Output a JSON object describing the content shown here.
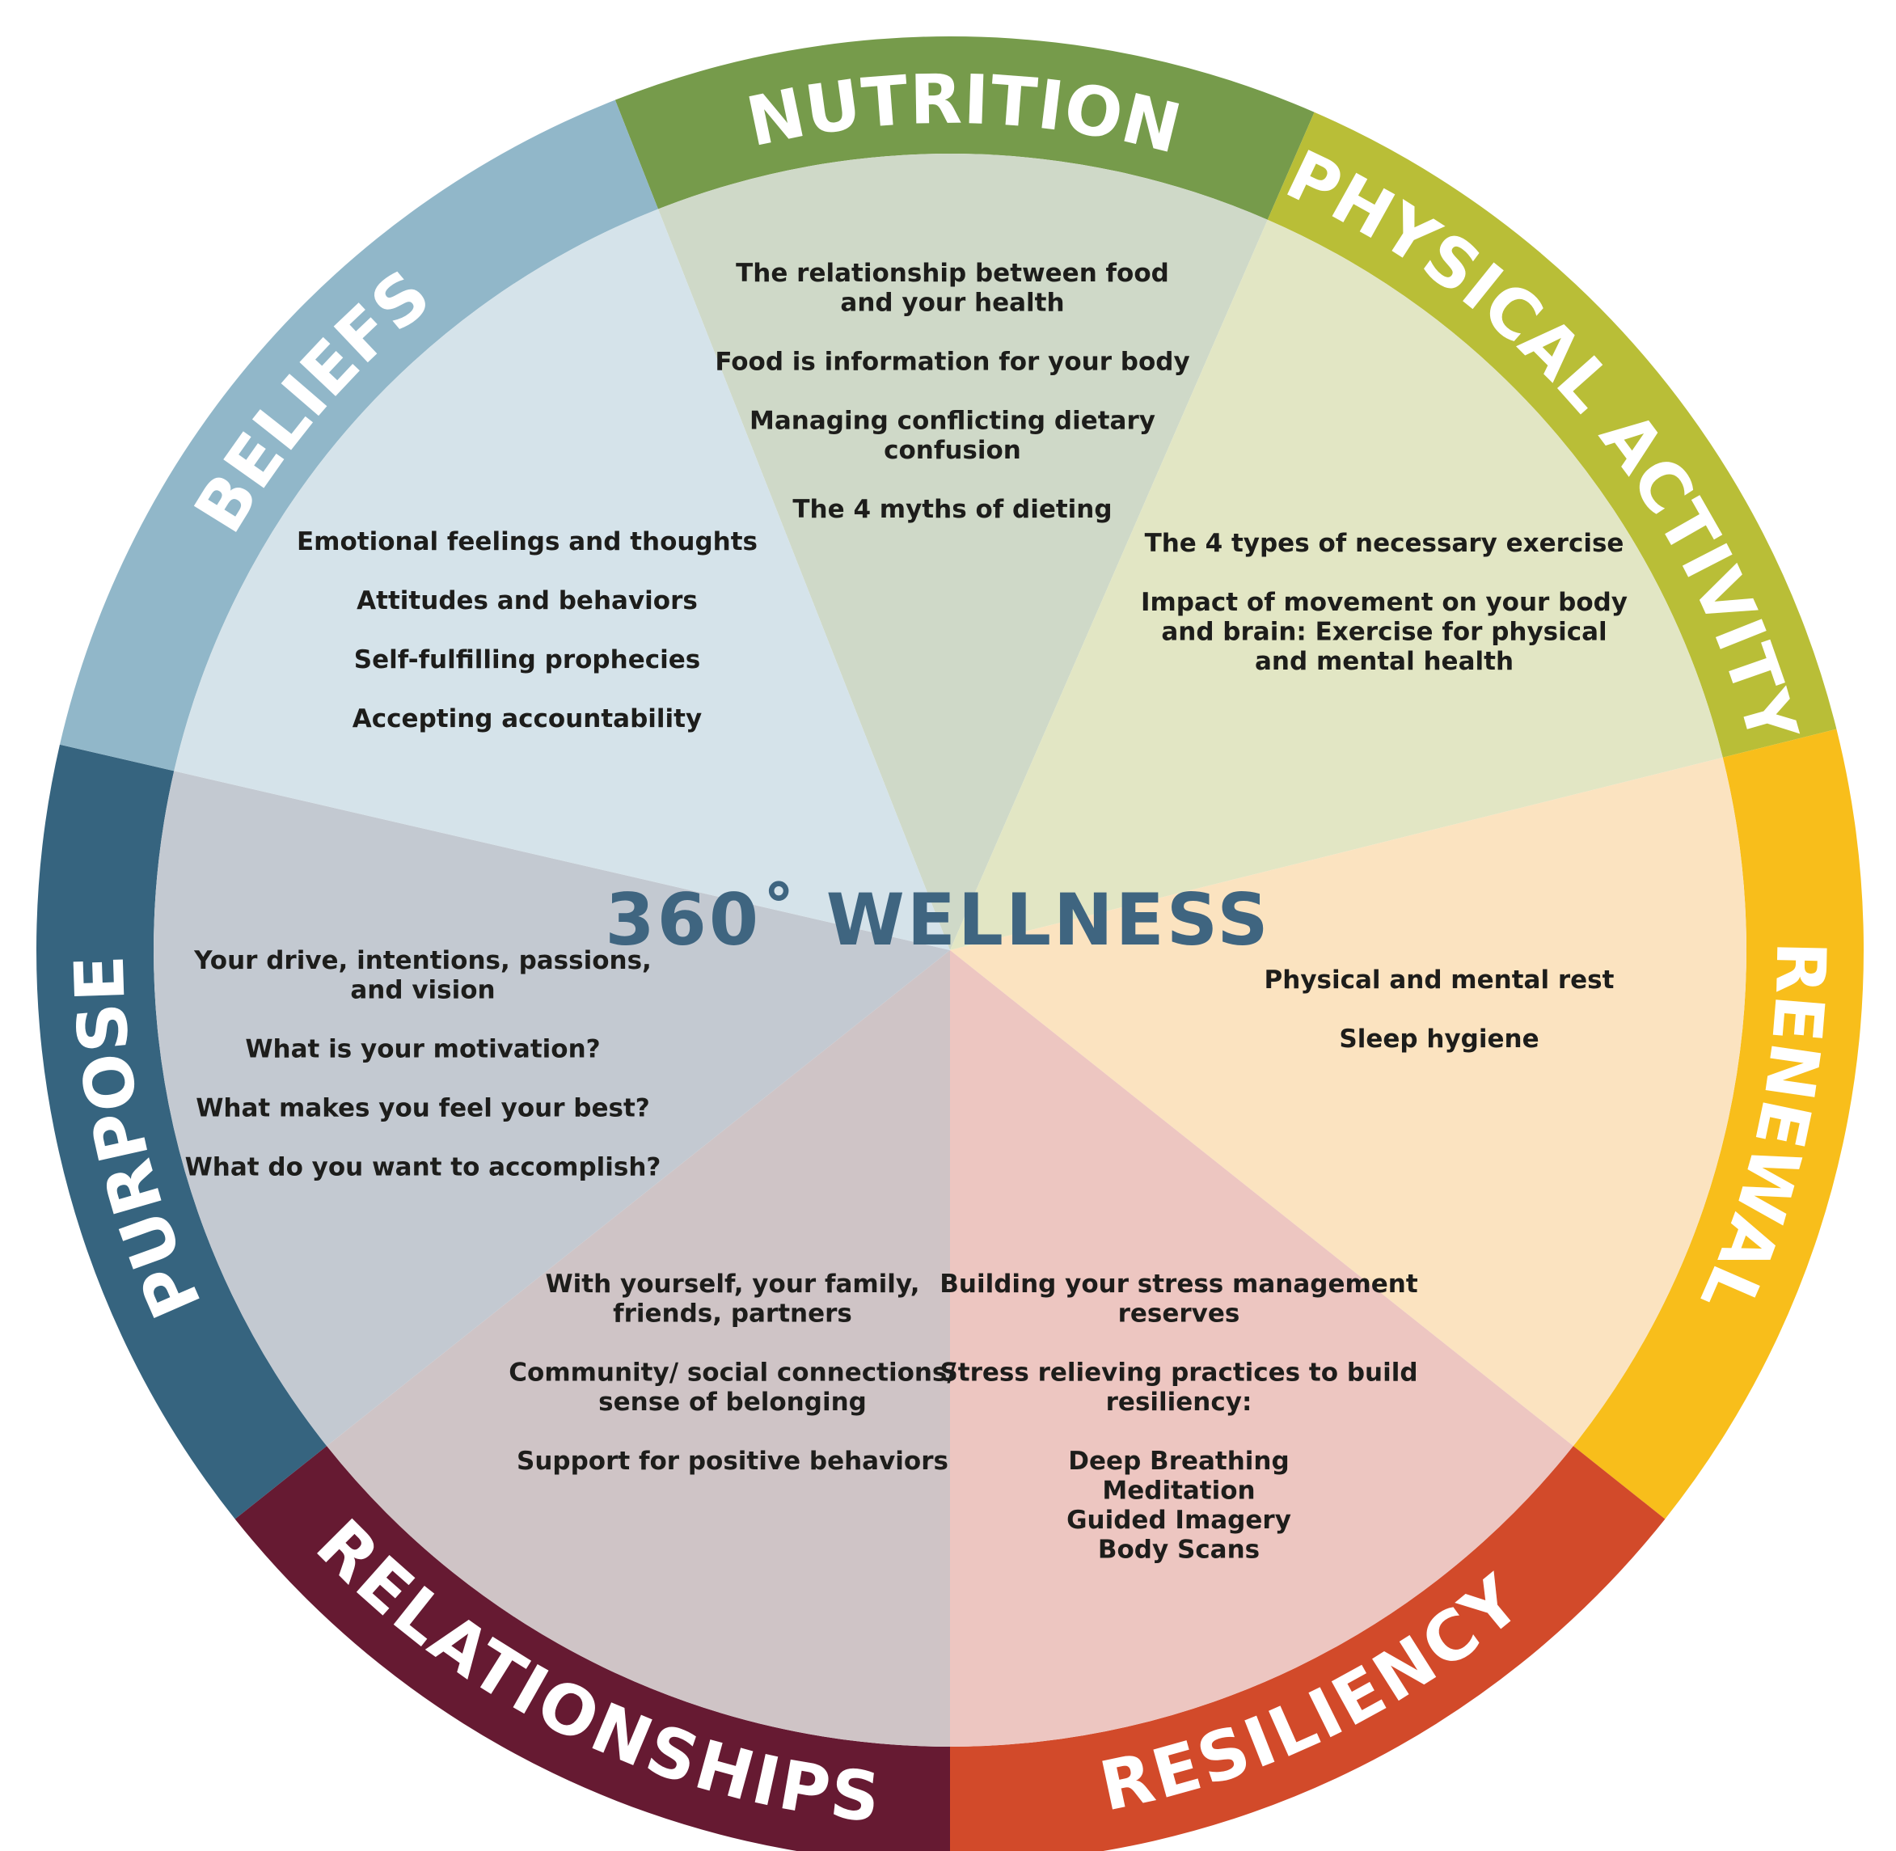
{
  "center_title": "360˚ WELLNESS",
  "segments": [
    {
      "key": "nutrition",
      "title": "NUTRITION",
      "outer_color": "#769b4b",
      "inner_color": "#cfd9c8",
      "lines": [
        "The relationship between food",
        "and your health",
        "",
        "Food is information for your body",
        "",
        "Managing conflicting dietary",
        "confusion",
        "",
        "The 4 myths of dieting"
      ]
    },
    {
      "key": "physical_activity",
      "title": "PHYSICAL ACTIVITY",
      "outer_color": "#b9be37",
      "inner_color": "#e2e6c4",
      "lines": [
        "The 4 types of necessary exercise",
        "",
        "Impact of movement on your body",
        "and brain: Exercise for physical",
        "and mental health"
      ]
    },
    {
      "key": "renewal",
      "title": "RENEWAL",
      "outer_color": "#f8be1b",
      "inner_color": "#fbe3c0",
      "lines": [
        "Physical and mental rest",
        "",
        "Sleep hygiene"
      ]
    },
    {
      "key": "resiliency",
      "title": "RESILIENCY",
      "outer_color": "#d24a2a",
      "inner_color": "#edc6c1",
      "lines": [
        "Building your stress management",
        "reserves",
        "",
        "Stress relieving practices to build",
        "resiliency:",
        "",
        "Deep Breathing",
        "Meditation",
        "Guided Imagery",
        "Body Scans"
      ]
    },
    {
      "key": "relationships",
      "title": "RELATIONSHIPS",
      "outer_color": "#661a32",
      "inner_color": "#cfc4c6",
      "lines": [
        "With yourself, your family,",
        "friends, partners",
        "",
        "Community/ social connections/",
        "sense of belonging",
        "",
        "Support for positive behaviors"
      ]
    },
    {
      "key": "purpose",
      "title": "PURPOSE",
      "outer_color": "#36647f",
      "inner_color": "#c3c9d1",
      "lines": [
        "Your drive, intentions, passions,",
        "and vision",
        "",
        "What is your motivation?",
        "",
        "What makes you feel your best?",
        "",
        "What do you want to accomplish?"
      ]
    },
    {
      "key": "beliefs",
      "title": "BELIEFS",
      "outer_color": "#91b7c9",
      "inner_color": "#d5e3ea",
      "lines": [
        "Emotional feelings and thoughts",
        "",
        "Attitudes and behaviors",
        "",
        "Self-fulfilling prophecies",
        "",
        "Accepting accountability"
      ]
    }
  ]
}
